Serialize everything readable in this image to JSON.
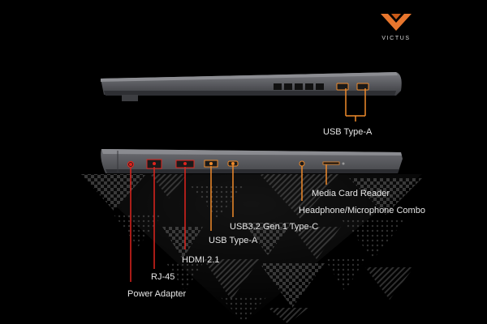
{
  "brand": {
    "name": "VICTUS",
    "logo_color": "#e8762d"
  },
  "colors": {
    "accent_orange": "#f08a2a",
    "accent_red": "#e0241e",
    "laptop_body": "#56575c",
    "background": "#000000",
    "label_text": "#e6e6e6"
  },
  "diagram": {
    "right_side": {
      "ports": [
        {
          "label": "USB Type-A"
        }
      ]
    },
    "left_side": {
      "ports": [
        {
          "label": "Power Adapter"
        },
        {
          "label": "RJ-45"
        },
        {
          "label": "HDMI 2.1"
        },
        {
          "label": "USB Type-A"
        },
        {
          "label": "USB3.2 Gen 1 Type-C"
        },
        {
          "label": "Headphone/Microphone Combo"
        },
        {
          "label": "Media Card Reader"
        }
      ]
    }
  }
}
